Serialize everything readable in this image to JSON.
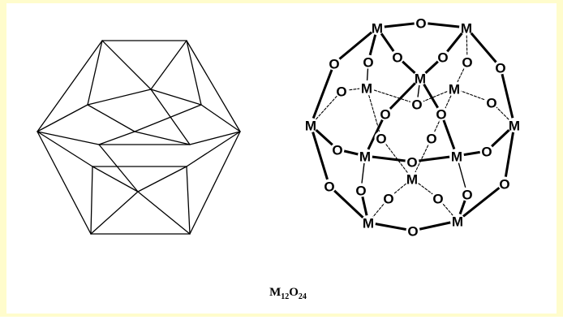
{
  "formula": {
    "element_m": "M",
    "count_m": "12",
    "element_o": "O",
    "count_o": "24"
  },
  "metal_label": "M",
  "oxygen_label": "O",
  "colors": {
    "frame_border": "#fffccc",
    "line": "#000000",
    "background": "#ffffff"
  }
}
